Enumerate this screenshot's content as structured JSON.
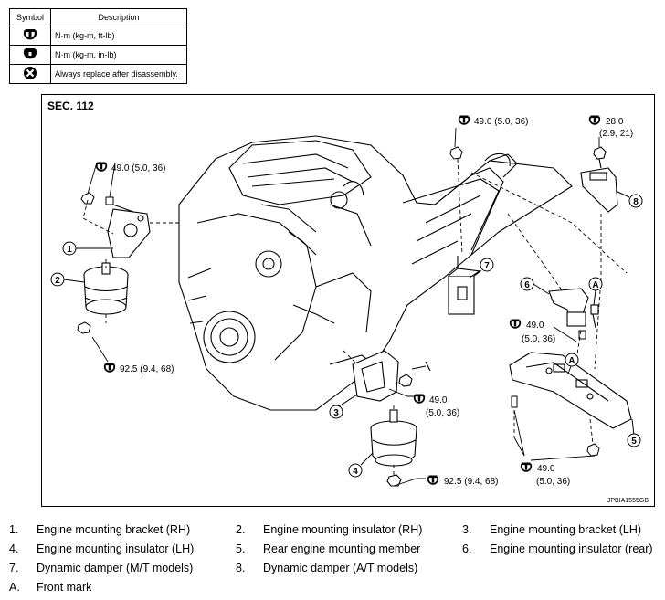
{
  "legend": {
    "header_symbol": "Symbol",
    "header_description": "Description",
    "rows": [
      {
        "icon": "torque-wrench-icon",
        "description": "N·m (kg-m, ft-lb)"
      },
      {
        "icon": "torque-wrench-small-icon",
        "description": "N·m (kg-m, in-lb)"
      },
      {
        "icon": "always-replace-icon",
        "description": "Always replace after disassembly."
      }
    ]
  },
  "figure": {
    "section": "SEC. 112",
    "figure_code": "JPBIA1555GB",
    "callouts": [
      "1",
      "2",
      "3",
      "4",
      "5",
      "6",
      "7",
      "8"
    ],
    "front_mark": "A",
    "torques": [
      "49.0 (5.0, 36)",
      "49.0 (5.0, 36)",
      "28.0",
      "(2.9, 21)",
      "49.0",
      "(5.0, 36)",
      "92.5 (9.4, 68)",
      "49.0",
      "(5.0, 36)",
      "92.5 (9.4, 68)",
      "49.0",
      "(5.0, 36)"
    ]
  },
  "parts": [
    {
      "num": "1.",
      "label": "Engine mounting bracket (RH)"
    },
    {
      "num": "2.",
      "label": "Engine mounting insulator (RH)"
    },
    {
      "num": "3.",
      "label": "Engine mounting bracket (LH)"
    },
    {
      "num": "4.",
      "label": "Engine mounting insulator (LH)"
    },
    {
      "num": "5.",
      "label": "Rear engine mounting member"
    },
    {
      "num": "6.",
      "label": "Engine mounting insulator (rear)"
    },
    {
      "num": "7.",
      "label": "Dynamic damper (M/T models)"
    },
    {
      "num": "8.",
      "label": "Dynamic damper (A/T models)"
    },
    {
      "num": "A.",
      "label": "Front mark"
    }
  ]
}
